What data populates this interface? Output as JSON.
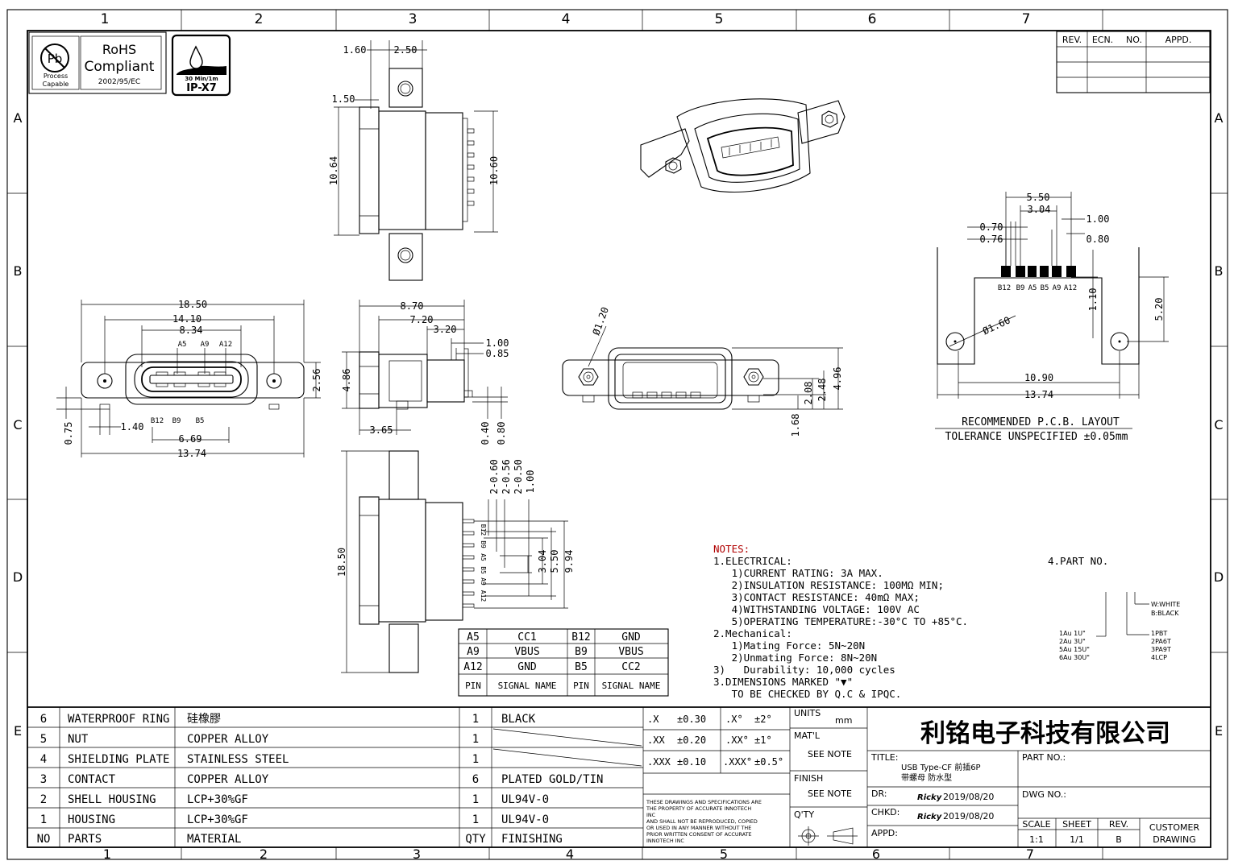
{
  "grid": {
    "cols": [
      "1",
      "2",
      "3",
      "4",
      "5",
      "6",
      "7"
    ],
    "rows": [
      "A",
      "B",
      "C",
      "D",
      "E"
    ]
  },
  "badges": {
    "rohs_title": "RoHS",
    "rohs_sub": "Compliant",
    "rohs_code": "2002/95/EC",
    "pb": "Pb",
    "process1": "Process",
    "process2": "Capable",
    "ip_small": "30 Min/1m",
    "ip_label": "IP-X7"
  },
  "revision": {
    "rev": "REV.",
    "ecn": "ECN.",
    "no": "NO.",
    "appd": "APPD."
  },
  "dims": {
    "top_1_60": "1.60",
    "top_2_50": "2.50",
    "top_1_50": "1.50",
    "top_10_64": "10.64",
    "top_10_60": "10.60",
    "front_18_50": "18.50",
    "front_14_10": "14.10",
    "front_8_34": "8.34",
    "front_2_56": "2.56",
    "front_0_75": "0.75",
    "front_1_40": "1.40",
    "front_6_69": "6.69",
    "front_13_74": "13.74",
    "pin_a5": "A5",
    "pin_a9": "A9",
    "pin_a12": "A12",
    "pin_b12": "B12",
    "pin_b9": "B9",
    "pin_b5": "B5",
    "side_8_70": "8.70",
    "side_7_20": "7.20",
    "side_3_20": "3.20",
    "side_1_00": "1.00",
    "side_0_85": "0.85",
    "side_4_86": "4.86",
    "side_3_65": "3.65",
    "side_0_40": "0.40",
    "side_0_80": "0.80",
    "end_phi_1_20": "Ø1.20",
    "end_2_08": "2.08",
    "end_2_48": "2.48",
    "end_4_96": "4.96",
    "end_1_68": "1.68",
    "pcb_5_50": "5.50",
    "pcb_3_04": "3.04",
    "pcb_1_00": "1.00",
    "pcb_0_70": "0.70",
    "pcb_0_76": "0.76",
    "pcb_0_80": "0.80",
    "pcb_1_10": "1.10",
    "pcb_5_20": "5.20",
    "pcb_phi_1_60": "Ø1.60",
    "pcb_10_90": "10.90",
    "pcb_13_74": "13.74",
    "pcb_pins": [
      "B12",
      "B9",
      "A5",
      "B5",
      "A9",
      "A12"
    ],
    "bot_2_060": "2-0.60",
    "bot_2_056": "2-0.56",
    "bot_2_050": "2-0.50",
    "bot_1_00": "1.00",
    "bot_18_50": "18.50",
    "bot_3_04": "3.04",
    "bot_5_50": "5.50",
    "bot_9_94": "9.94",
    "bot_pins": [
      "B12",
      "B9",
      "A5",
      "B5",
      "A9",
      "A12"
    ]
  },
  "pcb_layout": {
    "title": "RECOMMENDED  P.C.B. LAYOUT",
    "tolerance": "TOLERANCE UNSPECIFIED ±0.05mm"
  },
  "pin_table": {
    "rows": [
      [
        "A5",
        "CC1",
        "B12",
        "GND"
      ],
      [
        "A9",
        "VBUS",
        "B9",
        "VBUS"
      ],
      [
        "A12",
        "GND",
        "B5",
        "CC2"
      ],
      [
        "PIN",
        "SIGNAL NAME",
        "PIN",
        "SIGNAL NAME"
      ]
    ]
  },
  "notes": {
    "header": "NOTES:",
    "lines": [
      "1.ELECTRICAL:",
      "   1)CURRENT RATING: 3A MAX.",
      "   2)INSULATION RESISTANCE: 100MΩ MIN;",
      "   3)CONTACT RESISTANCE: 40mΩ MAX;",
      "   4)WITHSTANDING VOLTAGE: 100V AC",
      "   5)OPERATING TEMPERATURE:-30°C TO +85°C.",
      "2.Mechanical:",
      "   1)Mating Force: 5N~20N",
      "   2)Unmating Force: 8N~20N",
      "3)   Durability: 10,000 cycles",
      "3.DIMENSIONS MARKED \"▼\"",
      "   TO BE CHECKED BY Q.C & IPQC."
    ]
  },
  "part_no": {
    "title": "4.PART NO.",
    "color": [
      "W:WHITE",
      "B:BLACK"
    ],
    "plating": [
      "1Au 1U\"",
      "2Au 3U\"",
      "5Au 15U\"",
      "6Au 30U\""
    ],
    "material": [
      "1PBT",
      "2PA6T",
      "3PA9T",
      "4LCP"
    ]
  },
  "bom": {
    "rows": [
      [
        "6",
        "WATERPROOF RING",
        "硅橡膠",
        "1",
        "BLACK"
      ],
      [
        "5",
        "NUT",
        "COPPER ALLOY",
        "1",
        ""
      ],
      [
        "4",
        "SHIELDING PLATE",
        "STAINLESS STEEL",
        "1",
        ""
      ],
      [
        "3",
        "CONTACT",
        "COPPER ALLOY",
        "6",
        "PLATED GOLD/TIN"
      ],
      [
        "2",
        "SHELL HOUSING",
        "LCP+30%GF",
        "1",
        "UL94V-0"
      ],
      [
        "1",
        "HOUSING",
        "LCP+30%GF",
        "1",
        "UL94V-0"
      ],
      [
        "NO",
        "PARTS",
        "MATERIAL",
        "QTY",
        "FINISHING"
      ]
    ]
  },
  "tolerance": {
    "r1a": ".X",
    "r1b": "±0.30",
    "r1c": ".X°",
    "r1d": "±2°",
    "r2a": ".XX",
    "r2b": "±0.20",
    "r2c": ".XX°",
    "r2d": "±1°",
    "r3a": ".XXX",
    "r3b": "±0.10",
    "r3c": ".XXX°",
    "r3d": "±0.5°",
    "legal": [
      "THESE DRAWINGS AND SPECIFICATIONS ARE",
      "THE PROPERTY OF ACCURATE INNOTECH",
      "INC",
      "AND SHALL NOT BE REPRODUCED, COPIED",
      "OR USED IN ANY MANNER WITHOUT THE",
      "PRIOR WRITTEN CONSENT OF  ACCURATE",
      "INNOTECH INC"
    ]
  },
  "title_block": {
    "units_label": "UNITS",
    "units_value": "mm",
    "matl_label": "MAT'L",
    "matl_value": "SEE NOTE",
    "finish_label": "FINISH",
    "finish_value": "SEE NOTE",
    "qty_label": "Q'TY",
    "company": "利铭电子科技有限公司",
    "title_label": "TITLE:",
    "title_line1": "USB Type-CF  前插6P",
    "title_line2": "带螺母 防水型",
    "dr_label": "DR:",
    "dr_name": "Ricky",
    "dr_date": "2019/08/20",
    "chkd_label": "CHKD:",
    "chkd_name": "Ricky",
    "chkd_date": "2019/08/20",
    "appd_label": "APPD:",
    "partno_label": "PART NO.:",
    "dwgno_label": "DWG NO.:",
    "scale_label": "SCALE",
    "scale_value": "1:1",
    "sheet_label": "SHEET",
    "sheet_value": "1/1",
    "rev_label": "REV.",
    "rev_value": "B",
    "customer1": "CUSTOMER",
    "customer2": "DRAWING"
  }
}
